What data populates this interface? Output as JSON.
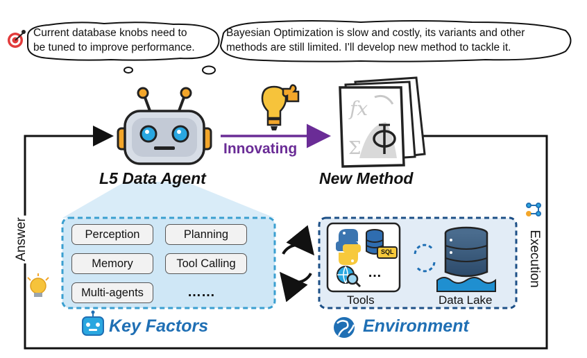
{
  "thoughts": {
    "left": [
      "Current database knobs need to",
      "be tuned to improve performance."
    ],
    "right": [
      "Bayesian Optimization is slow and costly, its variants and other",
      "methods are still limited. I'll develop new method to tackle it."
    ]
  },
  "agent_title": "L5 Data Agent",
  "method_title": "New Method",
  "arrow_label": "Innovating",
  "key_factors": {
    "title": "Key Factors",
    "items": [
      "Perception",
      "Planning",
      "Memory",
      "Tool Calling",
      "Multi-agents",
      "……"
    ]
  },
  "environment": {
    "title": "Environment",
    "tools_label": "Tools",
    "lake_label": "Data Lake",
    "sql_label": "SQL",
    "more_label": "…"
  },
  "side_labels": {
    "left": "Answer",
    "right": "Execution"
  },
  "colors": {
    "accent_purple": "#6a2c96",
    "accent_blue": "#1f6fb4",
    "dashed_blue": "#3a9fd0",
    "dashed_navy": "#1c4f86",
    "robot_orange": "#f3a62a",
    "robot_eye": "#2aa7e0"
  },
  "icons": [
    "target-icon",
    "robot-icon",
    "puzzle-bulb-icon",
    "document-icon",
    "python-icon",
    "database-icon",
    "globe-search-icon",
    "cycle-icon",
    "lightbulb-icon",
    "workflow-icon"
  ]
}
